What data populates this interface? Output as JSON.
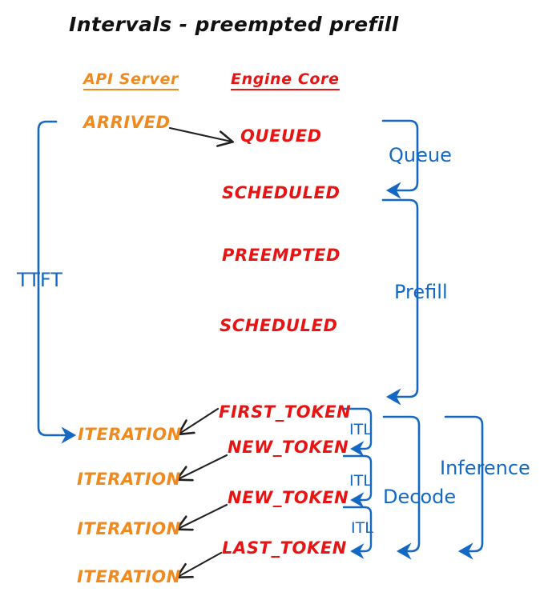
{
  "title": "Intervals - preempted prefill",
  "colors": {
    "orange": "#F08A1E",
    "red": "#E81414",
    "blue": "#1368C4",
    "black": "#222222",
    "background": "#FFFFFF"
  },
  "columns": {
    "api_server": "API Server",
    "engine_core": "Engine Core"
  },
  "api_server_events": [
    {
      "label": "ARRIVED"
    },
    {
      "label": "ITERATION"
    },
    {
      "label": "ITERATION"
    },
    {
      "label": "ITERATION"
    },
    {
      "label": "ITERATION"
    }
  ],
  "engine_core_events": [
    {
      "label": "QUEUED"
    },
    {
      "label": "SCHEDULED"
    },
    {
      "label": "PREEMPTED"
    },
    {
      "label": "SCHEDULED"
    },
    {
      "label": "FIRST_TOKEN"
    },
    {
      "label": "NEW_TOKEN"
    },
    {
      "label": "NEW_TOKEN"
    },
    {
      "label": "LAST_TOKEN"
    }
  ],
  "intervals": {
    "ttft": "TTFT",
    "queue": "Queue",
    "prefill": "Prefill",
    "decode": "Decode",
    "inference": "Inference",
    "itl": [
      "ITL",
      "ITL",
      "ITL"
    ]
  }
}
